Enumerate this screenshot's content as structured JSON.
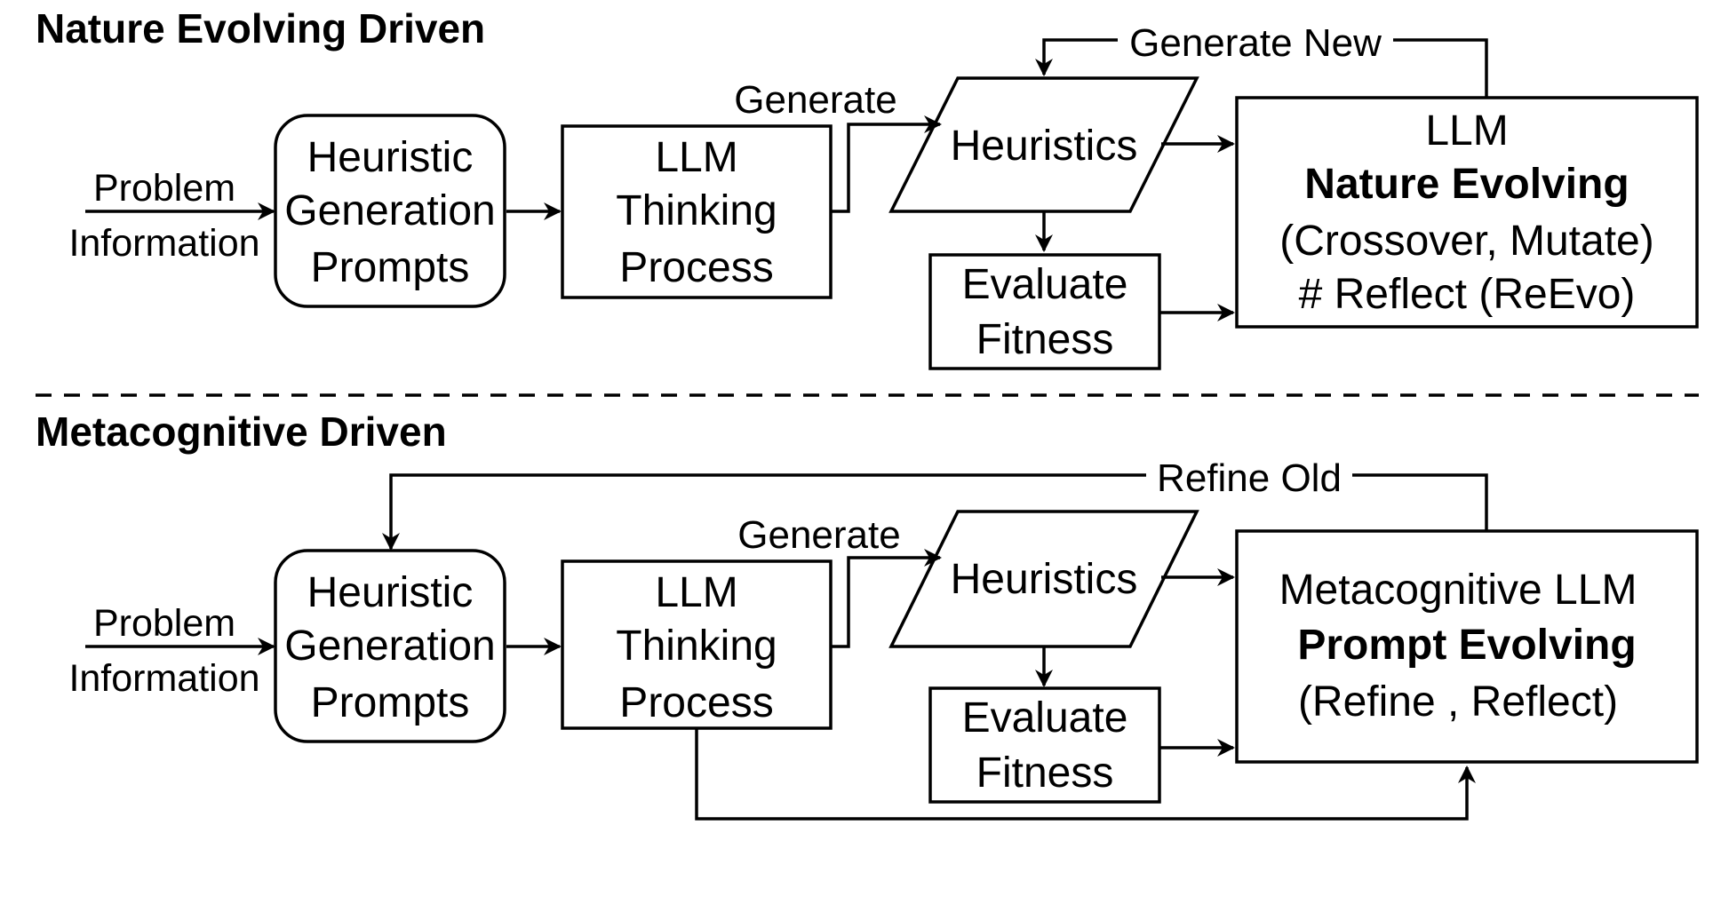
{
  "top": {
    "heading": "Nature Evolving Driven",
    "input_label": [
      "Problem",
      "Information"
    ],
    "prompts_box": [
      "Heuristic",
      "Generation",
      "Prompts"
    ],
    "llm_box": [
      "LLM",
      "Thinking",
      "Process"
    ],
    "generate_label": "Generate",
    "heuristics_box": "Heuristics",
    "evaluate_box": [
      "Evaluate",
      "Fitness"
    ],
    "evolve_box": [
      "LLM",
      "Nature Evolving",
      "(Crossover, Mutate)",
      "# Reflect (ReEvo)"
    ],
    "loop_label": "Generate New"
  },
  "bottom": {
    "heading": "Metacognitive Driven",
    "input_label": [
      "Problem",
      "Information"
    ],
    "prompts_box": [
      "Heuristic",
      "Generation",
      "Prompts"
    ],
    "llm_box": [
      "LLM",
      "Thinking",
      "Process"
    ],
    "generate_label": "Generate",
    "heuristics_box": "Heuristics",
    "evaluate_box": [
      "Evaluate",
      "Fitness"
    ],
    "evolve_box": [
      "Metacognitive LLM",
      "Prompt Evolving",
      "(Refine , Reflect)"
    ],
    "loop_label": "Refine Old"
  }
}
